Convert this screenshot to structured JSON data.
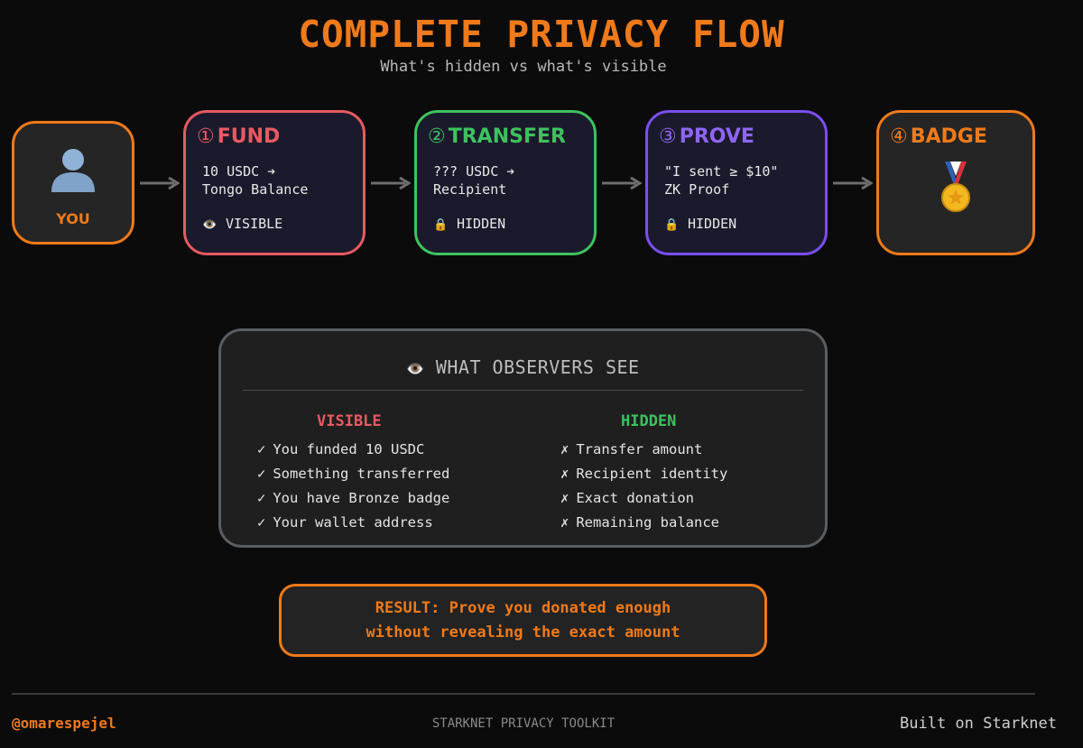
{
  "header": {
    "title": "COMPLETE PRIVACY FLOW",
    "subtitle": "What's hidden vs what's visible"
  },
  "flow": {
    "start": {
      "icon": "user-silhouette-icon",
      "label": "YOU"
    },
    "steps": [
      {
        "num": "①",
        "name": "FUND",
        "lines": [
          "10 USDC ➔",
          "Tongo Balance"
        ],
        "status_icon": "eye-icon",
        "status": "VISIBLE",
        "color": "#e85a62"
      },
      {
        "num": "②",
        "name": "TRANSFER",
        "lines": [
          "??? USDC ➔",
          "Recipient"
        ],
        "status_icon": "lock-icon",
        "status": "HIDDEN",
        "color": "#3ec25e"
      },
      {
        "num": "③",
        "name": "PROVE",
        "lines": [
          "\"I sent ≥ $10\"",
          "ZK Proof"
        ],
        "status_icon": "lock-icon",
        "status": "HIDDEN",
        "color": "#7a4ff0"
      },
      {
        "num": "④",
        "name": "BADGE",
        "icon": "medal-icon",
        "color": "#f07a1a"
      }
    ]
  },
  "observers": {
    "title": "WHAT OBSERVERS SEE",
    "visible": {
      "heading": "VISIBLE",
      "items": [
        "You funded 10 USDC",
        "Something transferred",
        "You have Bronze badge",
        "Your wallet address"
      ]
    },
    "hidden": {
      "heading": "HIDDEN",
      "items": [
        "Transfer amount",
        "Recipient identity",
        "Exact donation",
        "Remaining balance"
      ]
    }
  },
  "result": {
    "line1": "RESULT: Prove you donated enough",
    "line2": "without revealing the exact amount"
  },
  "footer": {
    "handle": "@omarespejel",
    "center": "STARKNET PRIVACY TOOLKIT",
    "right": "Built on Starknet"
  },
  "colors": {
    "accent": "#f07a1a",
    "visible": "#e85a62",
    "hidden": "#3ec25e",
    "prove": "#7a4ff0"
  }
}
